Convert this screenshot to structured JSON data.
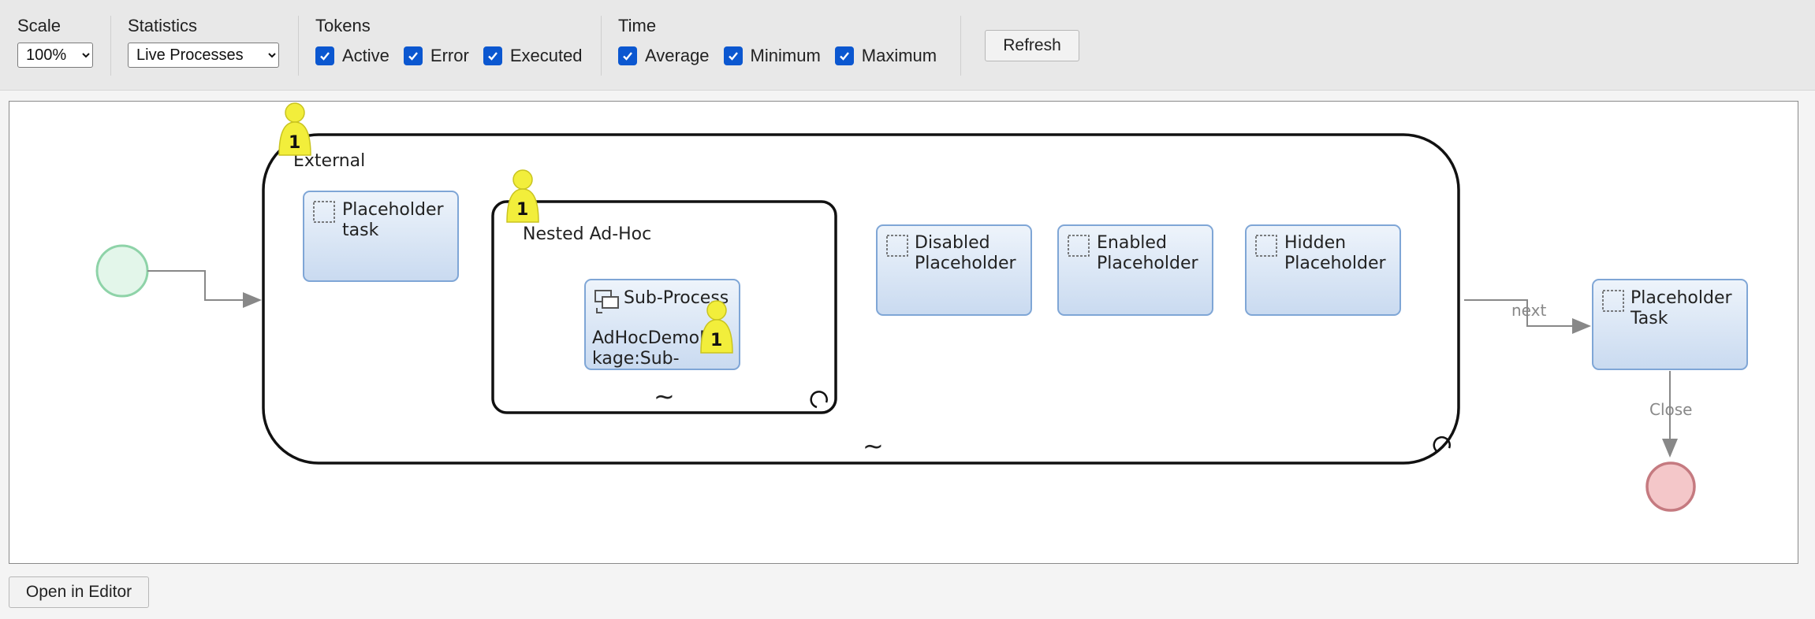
{
  "toolbar": {
    "scale": {
      "label": "Scale",
      "value": "100%"
    },
    "statistics": {
      "label": "Statistics",
      "value": "Live Processes"
    },
    "tokens": {
      "label": "Tokens",
      "active": "Active",
      "error": "Error",
      "executed": "Executed"
    },
    "time": {
      "label": "Time",
      "average": "Average",
      "minimum": "Minimum",
      "maximum": "Maximum"
    },
    "refresh": "Refresh"
  },
  "diagram": {
    "external": {
      "label": "External",
      "token_count": "1"
    },
    "placeholder_task": {
      "line1": "Placeholder",
      "line2": "task"
    },
    "nested": {
      "label": "Nested Ad-Hoc",
      "token_count": "1"
    },
    "subprocess": {
      "title": "Sub-Process",
      "line1": "AdHocDemoP",
      "line2": "kage:Sub-",
      "token_count": "1"
    },
    "disabled": {
      "line1": "Disabled",
      "line2": "Placeholder"
    },
    "enabled": {
      "line1": "Enabled",
      "line2": "Placeholder"
    },
    "hidden": {
      "line1": "Hidden",
      "line2": "Placeholder"
    },
    "placeholder_task2": {
      "line1": "Placeholder",
      "line2": "Task"
    },
    "next_label": "next",
    "close_label": "Close",
    "adhoc_marker": "~"
  },
  "footer": {
    "open_in_editor": "Open in Editor"
  },
  "colors": {
    "task_fill_top": "#eef4fb",
    "task_fill_bottom": "#c9daf0",
    "task_border": "#7fa6d6",
    "start_fill": "#e3f6ea",
    "start_stroke": "#8ed3a8",
    "end_fill": "#f4c7c9",
    "end_stroke": "#c57a80",
    "token_fill": "#f2ee3b",
    "checkbox": "#0b57d0"
  }
}
